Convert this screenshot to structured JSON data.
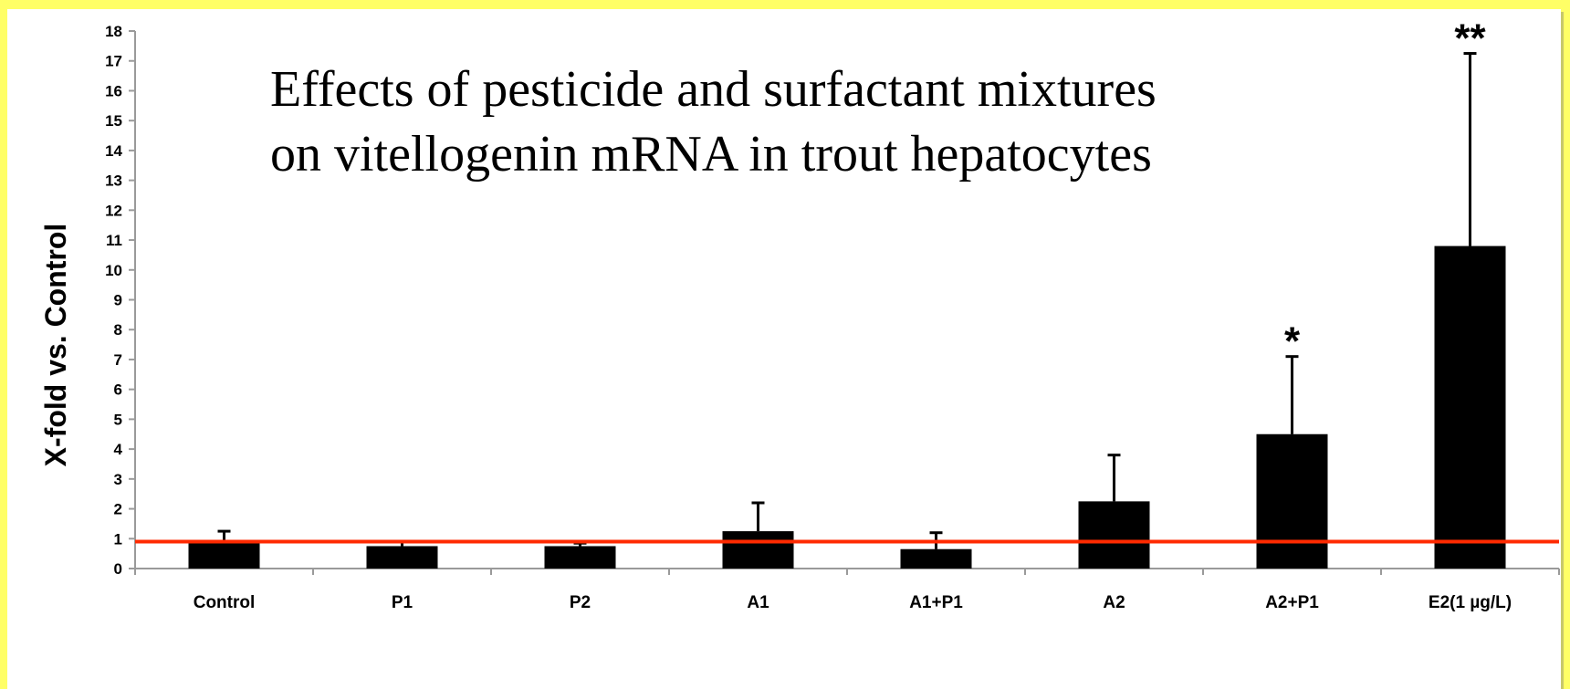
{
  "chart_data": {
    "type": "bar",
    "title_lines": [
      "Effects of pesticide and surfactant mixtures",
      "on vitellogenin mRNA in trout hepatocytes"
    ],
    "xlabel": "",
    "ylabel": "X-fold vs. Control",
    "ylim": [
      0,
      18
    ],
    "yticks": [
      0,
      1,
      2,
      3,
      4,
      5,
      6,
      7,
      8,
      9,
      10,
      11,
      12,
      13,
      14,
      15,
      16,
      17,
      18
    ],
    "categories": [
      "Control",
      "P1",
      "P2",
      "A1",
      "A1+P1",
      "A2",
      "A2+P1",
      "E2(1 µg/L)"
    ],
    "values": [
      0.9,
      0.75,
      0.75,
      1.25,
      0.65,
      2.25,
      4.5,
      10.8
    ],
    "error_upper": [
      1.25,
      0.9,
      0.85,
      2.2,
      1.2,
      3.8,
      7.1,
      17.25
    ],
    "significance": [
      "",
      "",
      "",
      "",
      "",
      "",
      "*",
      "**"
    ],
    "reference_line": 0.9,
    "colors": {
      "bar": "#000000",
      "reference_line": "#ff2a00",
      "background": "#ffff66"
    },
    "grid": false,
    "legend": "none"
  }
}
